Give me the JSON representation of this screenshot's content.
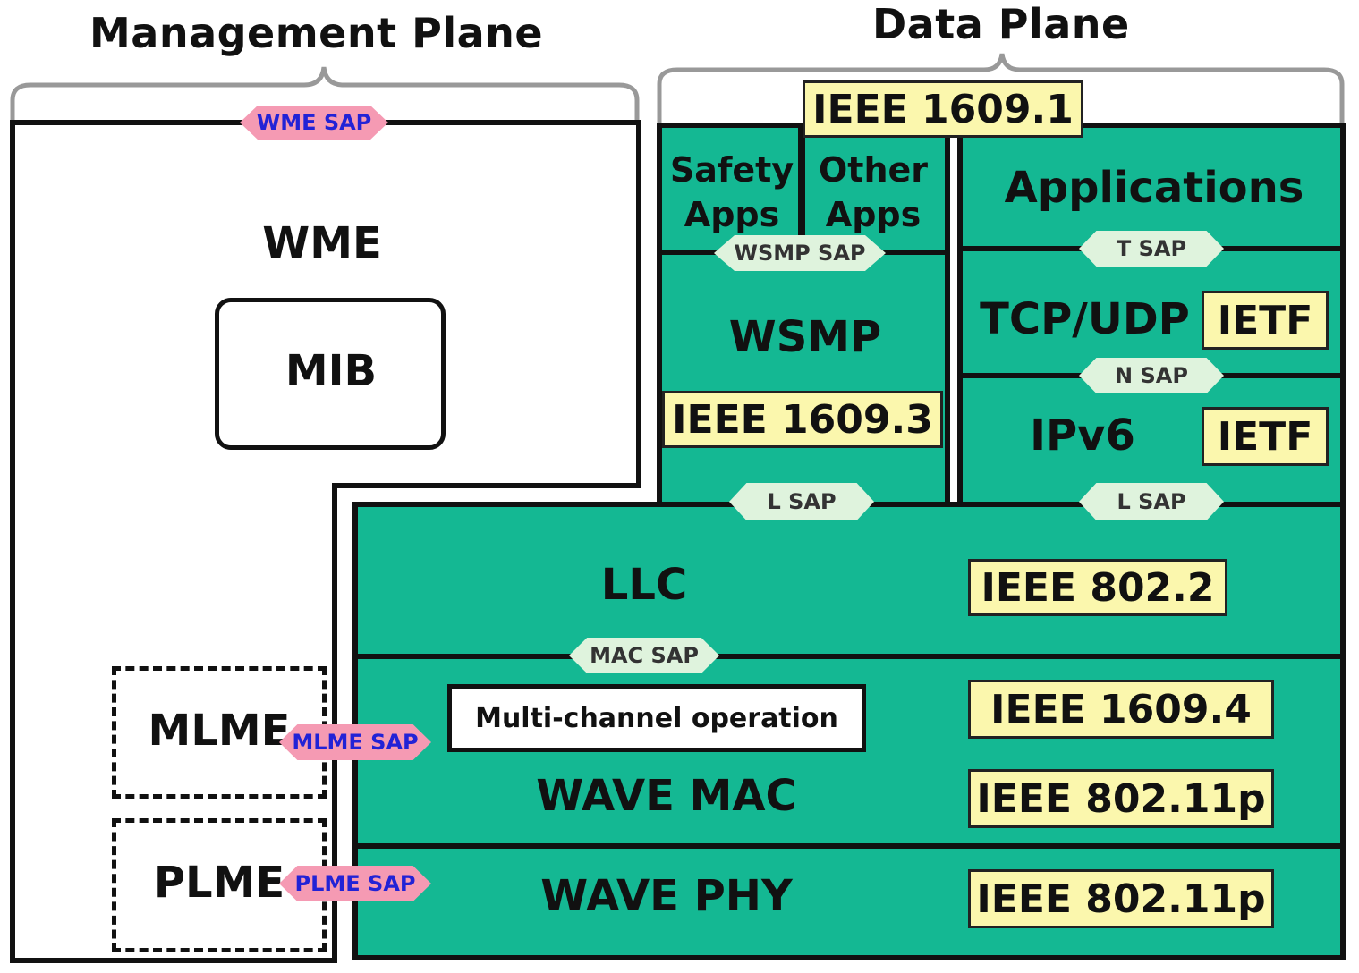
{
  "headers": {
    "management_plane": "Management Plane",
    "data_plane": "Data Plane"
  },
  "management": {
    "wme": "WME",
    "mib": "MIB",
    "mlme": "MLME",
    "plme": "PLME"
  },
  "saps": {
    "wme_sap": "WME SAP",
    "wsmp_sap": "WSMP SAP",
    "t_sap": "T SAP",
    "n_sap": "N SAP",
    "l_sap_left": "L SAP",
    "l_sap_right": "L SAP",
    "mac_sap": "MAC SAP",
    "mlme_sap": "MLME SAP",
    "plme_sap": "PLME SAP"
  },
  "layers": {
    "safety_apps": "Safety Apps",
    "other_apps": "Other Apps",
    "applications": "Applications",
    "wsmp": "WSMP",
    "tcp_udp": "TCP/UDP",
    "ipv6": "IPv6",
    "llc": "LLC",
    "multichannel": "Multi-channel operation",
    "wave_mac": "WAVE MAC",
    "wave_phy": "WAVE PHY"
  },
  "standards": {
    "ieee_1609_1": "IEEE 1609.1",
    "ieee_1609_3": "IEEE 1609.3",
    "ietf_tcp": "IETF",
    "ietf_ip": "IETF",
    "ieee_802_2": "IEEE 802.2",
    "ieee_1609_4": "IEEE 1609.4",
    "ieee_802_11p_mac": "IEEE 802.11p",
    "ieee_802_11p_phy": "IEEE 802.11p"
  },
  "colors": {
    "layer_fill": "#14b893",
    "standard_fill": "#fbf7ad",
    "management_sap_fill": "#f59ab3",
    "management_sap_text": "#2222d6",
    "data_sap_fill": "#dff3dd"
  }
}
